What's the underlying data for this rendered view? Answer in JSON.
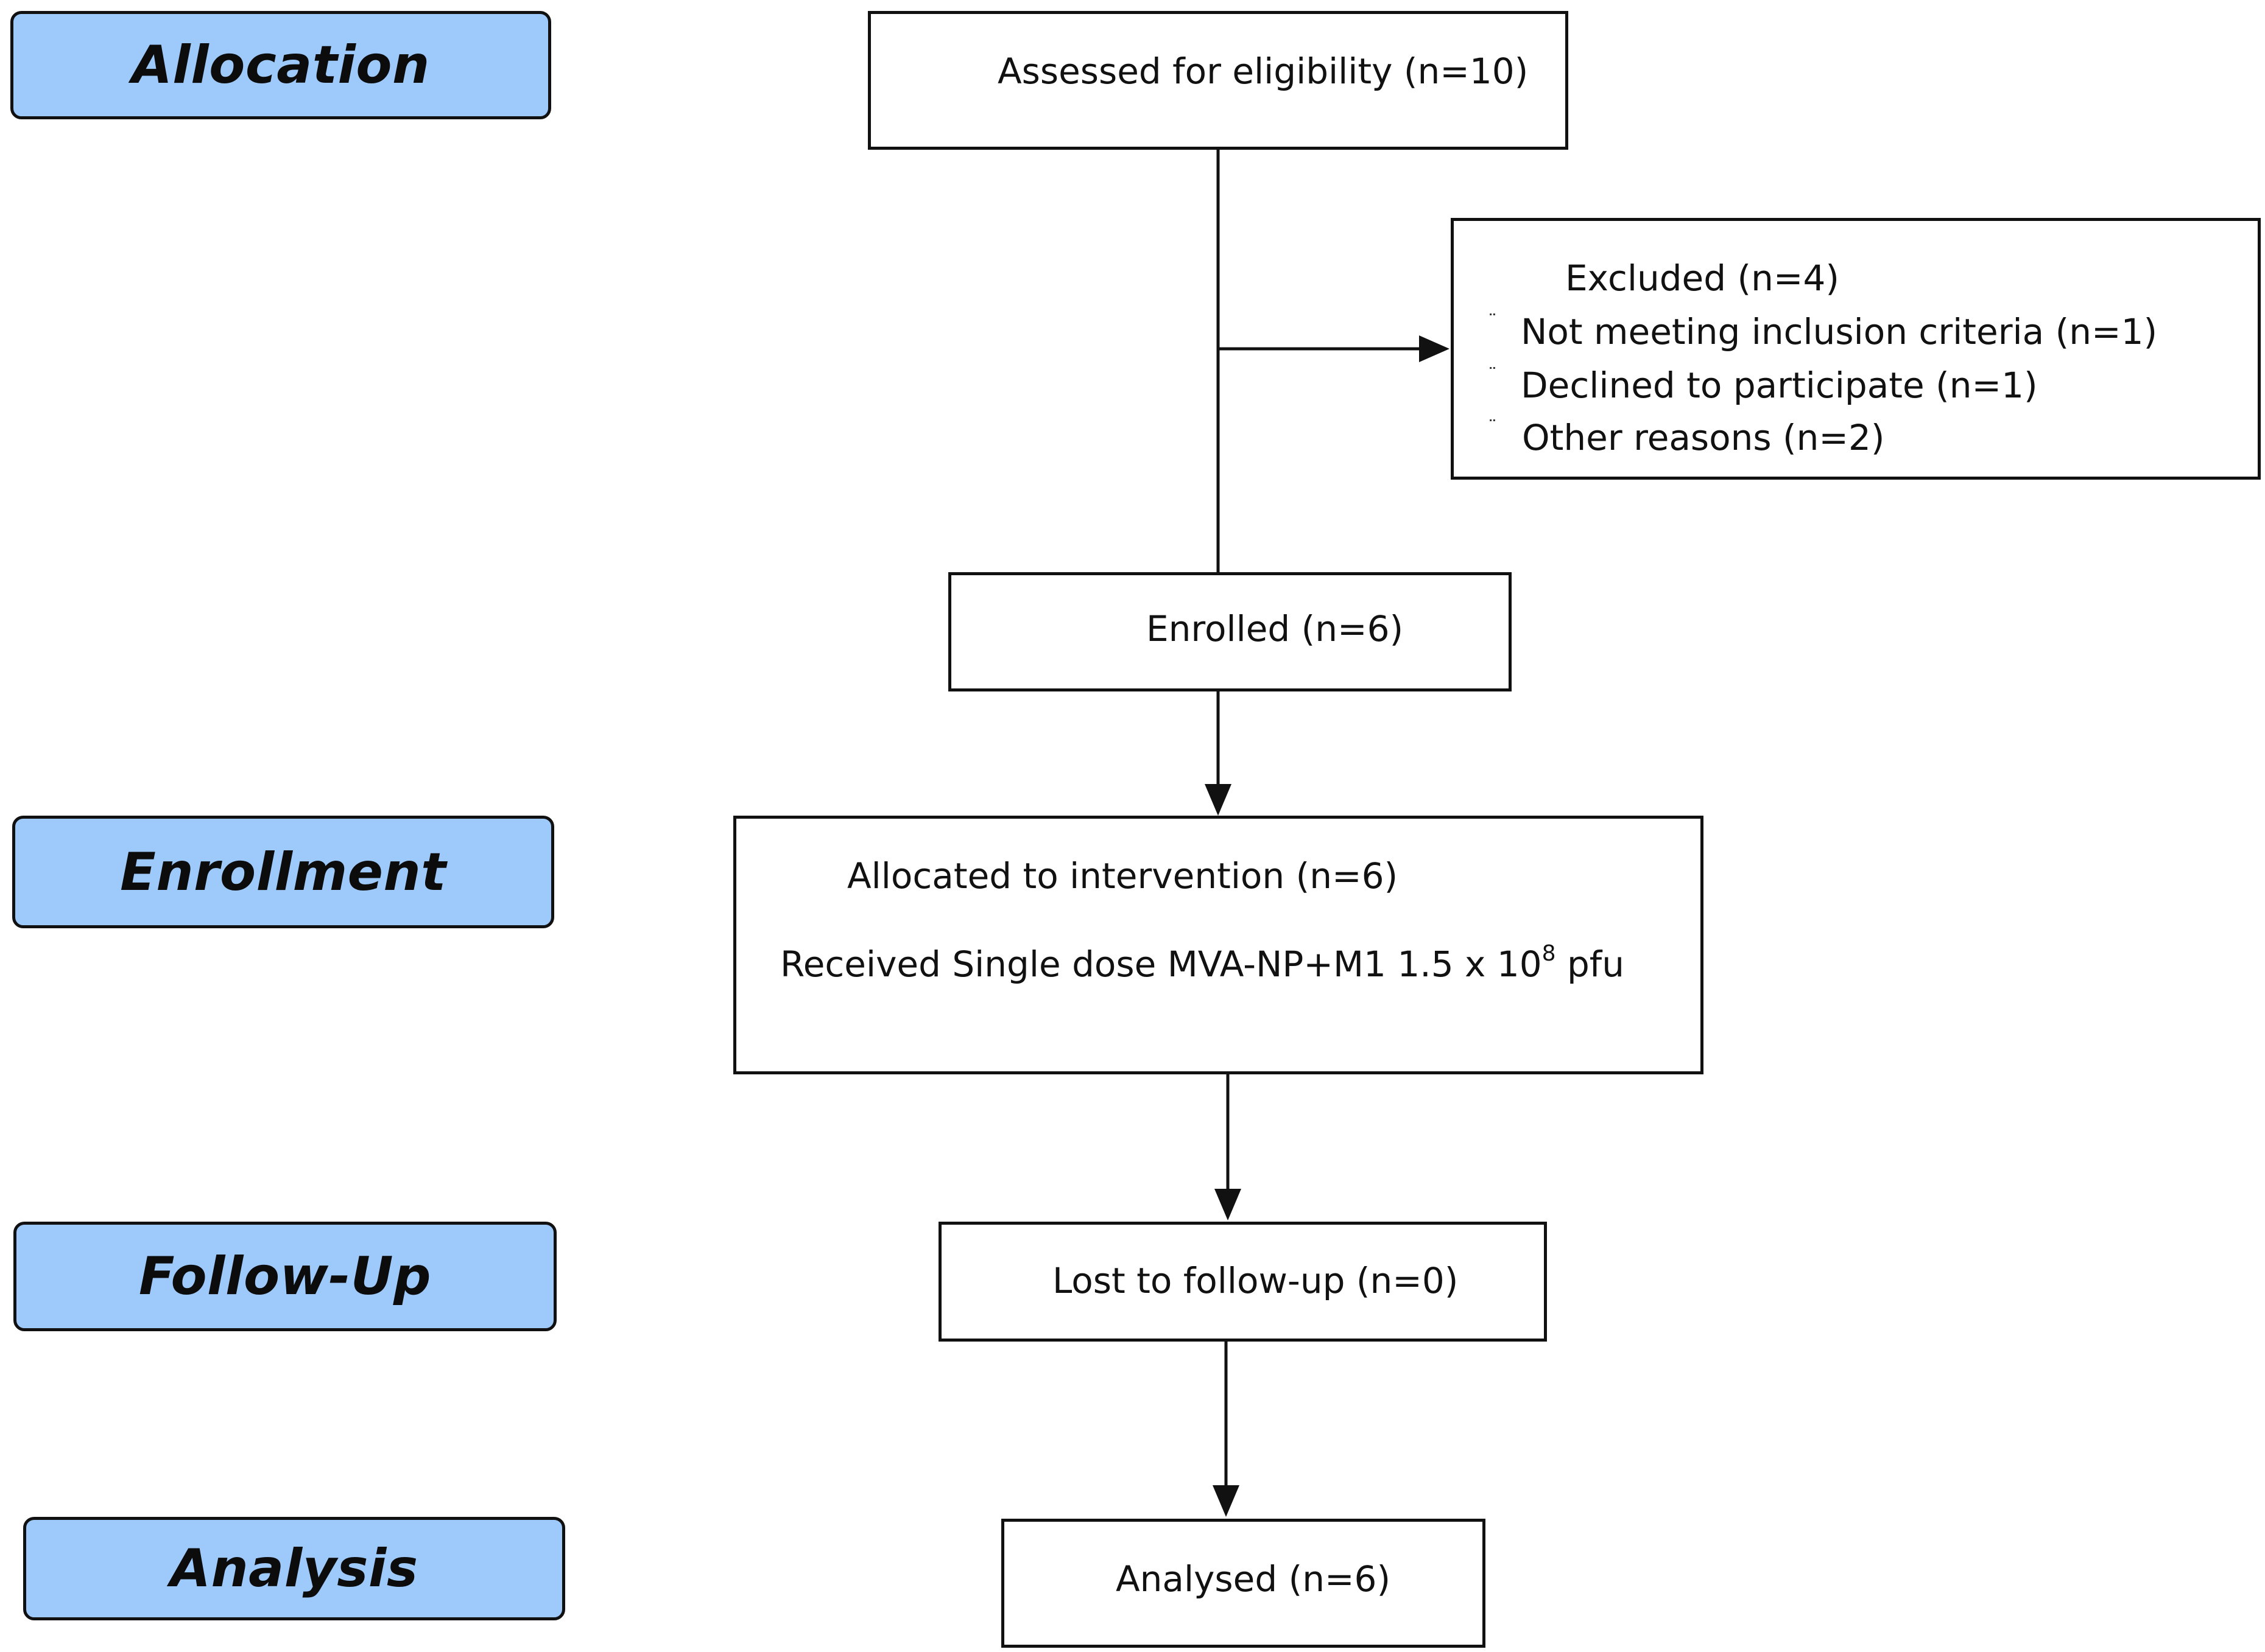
{
  "phases": {
    "allocation": "Allocation",
    "enrollment": "Enrollment",
    "follow_up": "Follow-Up",
    "analysis": "Analysis"
  },
  "boxes": {
    "assessed": "Assessed for eligibility (n=10)",
    "excluded": {
      "title": "Excluded (n=4)",
      "bullet_marker": "¨",
      "reasons": [
        "Not meeting inclusion criteria (n=1)",
        "Declined to participate (n=1)",
        "Other reasons (n=2)"
      ]
    },
    "enrolled": "Enrolled (n=6)",
    "allocated": {
      "title": "Allocated to intervention (n=6)",
      "received_prefix": "Received Single dose MVA-NP+M1 1.5 x 10",
      "received_exponent": "8",
      "received_suffix": " pfu"
    },
    "lost_followup": "Lost to follow-up (n=0)",
    "analysed": "Analysed (n=6)"
  },
  "colors": {
    "phase_fill": "#9ec9fb",
    "stroke": "#111111"
  }
}
